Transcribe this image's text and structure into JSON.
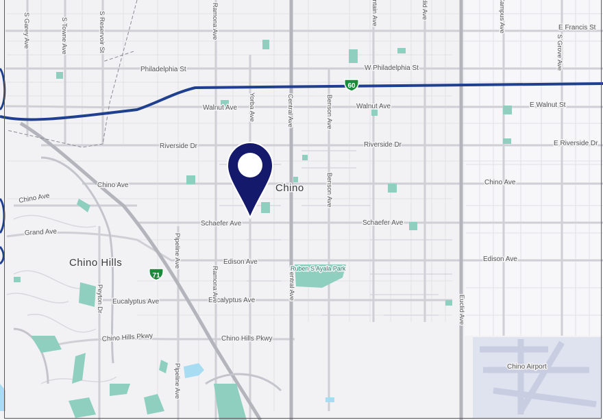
{
  "map": {
    "cities": {
      "chino": "Chino",
      "chino_hills": "Chino Hills"
    },
    "streets_horizontal": {
      "francis": "E Francis St",
      "philadelphia_w": "Philadelphia St",
      "philadelphia_e": "W Philadelphia St",
      "walnut_w": "Walnut Ave",
      "walnut_c": "Walnut Ave",
      "walnut_e": "E Walnut St",
      "riverside_w": "Riverside Dr",
      "riverside_c": "Riverside Dr",
      "riverside_e": "E Riverside Dr",
      "chino_ave_w": "Chino Ave",
      "chino_ave_sw": "Chino Ave",
      "chino_ave_e": "Chino Ave",
      "schaefer_w": "Schaefer Ave",
      "schaefer_e": "Schaefer Ave",
      "grand": "Grand Ave",
      "edison_w": "Edison Ave",
      "edison_e": "Edison Ave",
      "eucalyptus_w": "Eucalyptus Ave",
      "eucalyptus_c": "Eucalyptus Ave",
      "chino_hills_pkwy_w": "Chino Hills Pkwy",
      "chino_hills_pkwy_c": "Chino Hills Pkwy"
    },
    "streets_vertical": {
      "garey": "S Garey Ave",
      "towne": "S Towne Ave",
      "reservoir": "S Reservoir St",
      "ramona_n": "Ramona Ave",
      "yorba": "Yorba Ave",
      "central": "Central Ave",
      "benson_n": "Benson Ave",
      "benson_s": "Benson Ave",
      "mountain": "S Mountain Ave",
      "euclid_n": "Euclid Ave",
      "campus": "Campus Ave",
      "grove": "S Grove Ave",
      "pipeline_n": "Pipeline Ave",
      "pipeline_s": "Pipeline Ave",
      "ramona_s": "Ramona Ave",
      "peyton": "Peyton Dr",
      "central_s": "Central Ave",
      "euclid_s": "Euclid Ave"
    },
    "parks": {
      "ayala": "Ruben S Ayala Park"
    },
    "airport": "Chino Airport",
    "shields": {
      "sr60": "60",
      "sr71": "71"
    },
    "colors": {
      "background": "#f2f2f4",
      "freeway": "#1f3f8f",
      "park": "#8fcfc0",
      "water": "#a8dcf2",
      "airport": "#dde0ee",
      "marker": "#15196b",
      "shield": "#1b8a3a"
    },
    "marker_icon": "map-pin-icon"
  }
}
